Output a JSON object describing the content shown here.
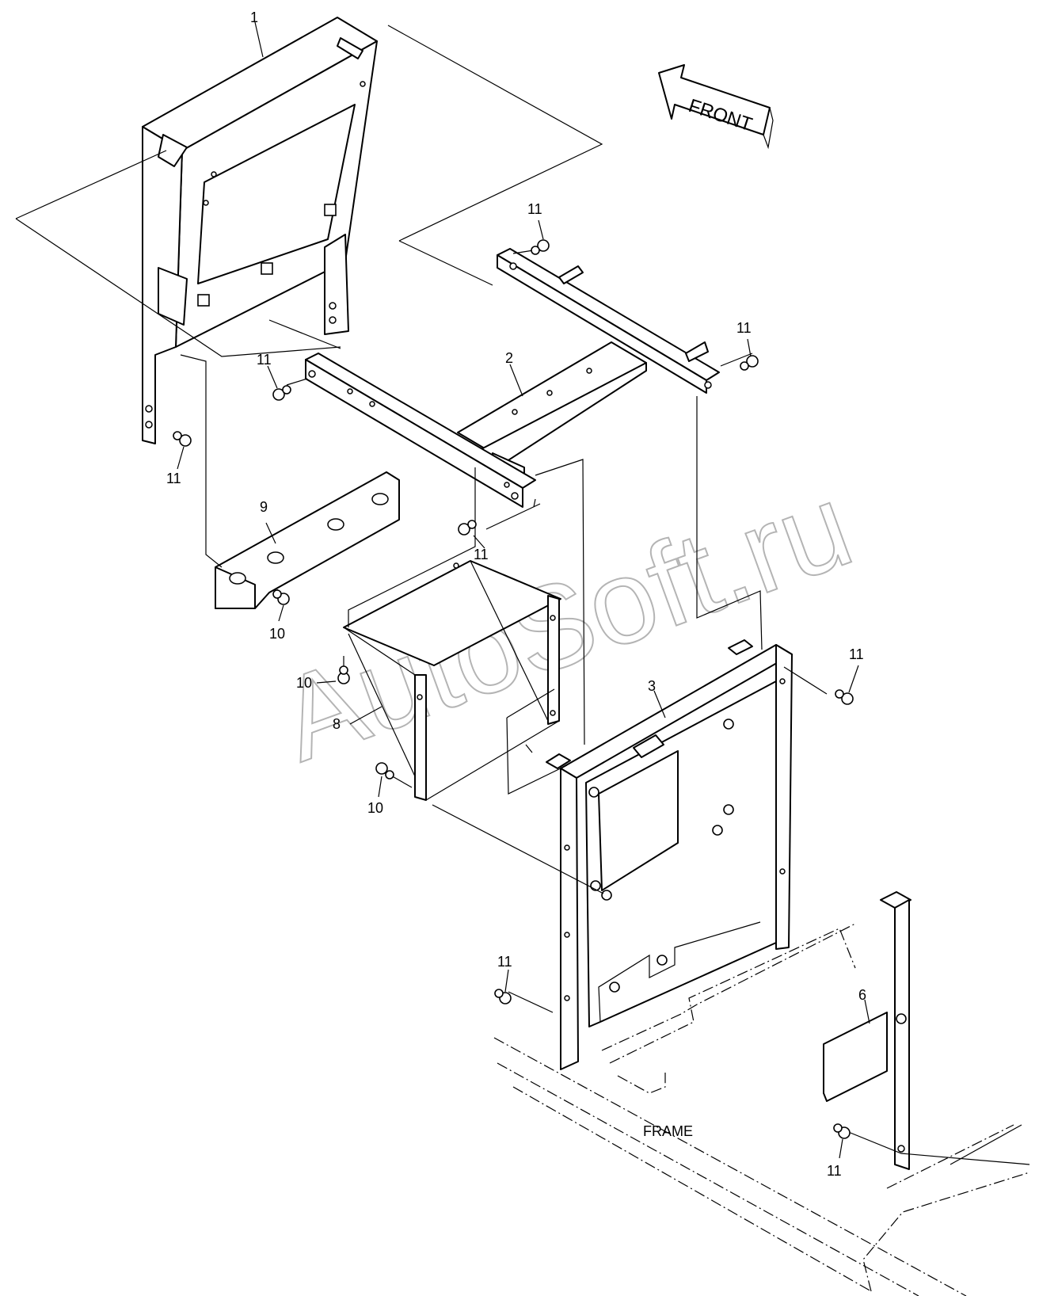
{
  "parts": [
    {
      "id": "1",
      "label": "1"
    },
    {
      "id": "2",
      "label": "2"
    },
    {
      "id": "3",
      "label": "3"
    },
    {
      "id": "6",
      "label": "6"
    },
    {
      "id": "8",
      "label": "8"
    },
    {
      "id": "9",
      "label": "9"
    },
    {
      "id": "10",
      "label": "10"
    },
    {
      "id": "11",
      "label": "11"
    }
  ],
  "callouts": {
    "p1": "1",
    "p2": "2",
    "p3": "3",
    "p6": "6",
    "p8": "8",
    "p9": "9",
    "p10": "10",
    "p11": "11"
  },
  "orientation": {
    "front_label": "FRONT"
  },
  "frame_label": "FRAME",
  "watermark": "AutoSoft.ru"
}
